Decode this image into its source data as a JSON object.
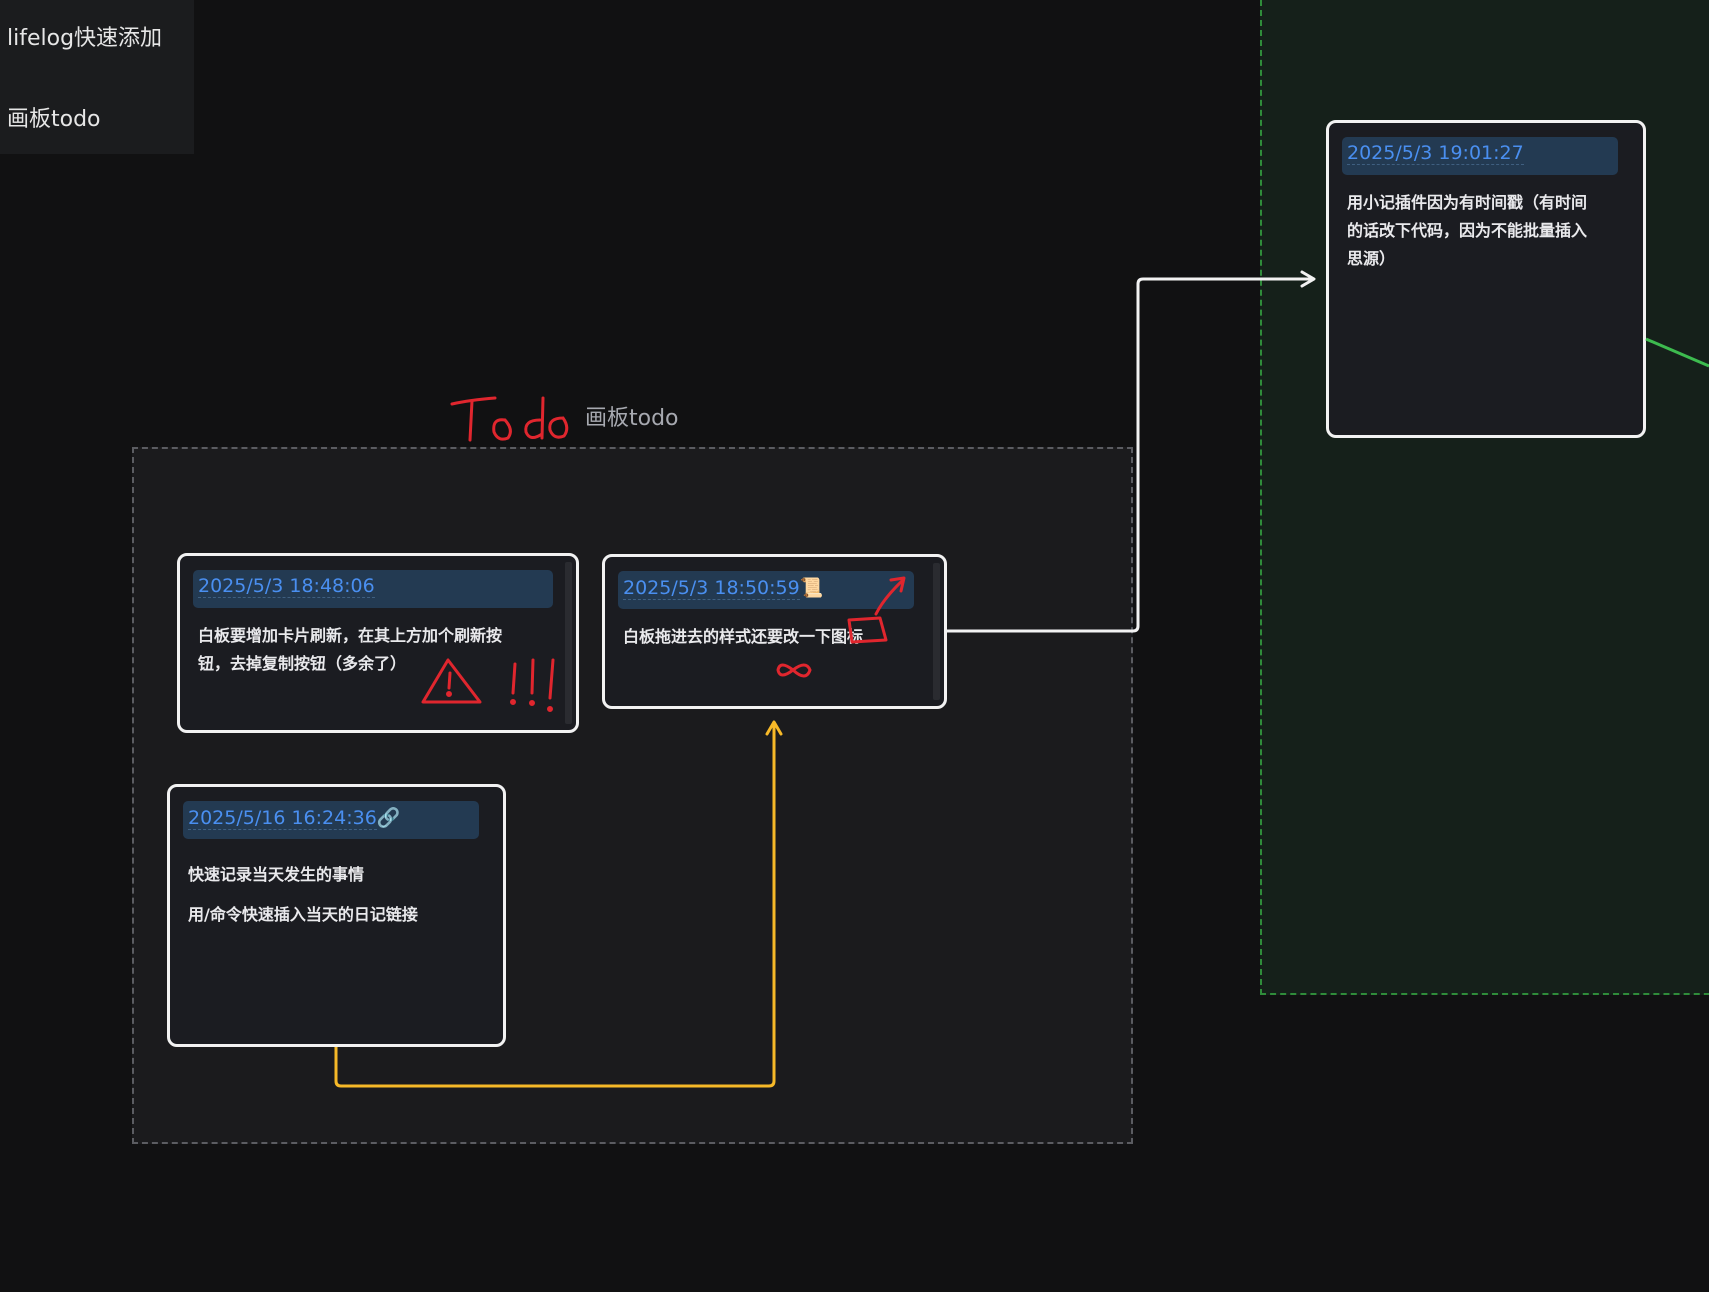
{
  "menu": {
    "items": [
      {
        "label": "lifelog快速添加"
      },
      {
        "label": "画板todo"
      }
    ]
  },
  "todo_group": {
    "title": "画板todo",
    "handwritten": "Todo"
  },
  "cards": [
    {
      "timestamp": "2025/5/3 18:48:06",
      "icon": "",
      "lines": [
        "白板要增加卡片刷新，在其上方加个刷新按",
        "钮，去掉复制按钮（多余了）"
      ],
      "annotations": [
        "warning-triangle",
        "!!!"
      ]
    },
    {
      "timestamp": "2025/5/3 18:50:59",
      "icon": "📜",
      "lines": [
        "白板拖进去的样式还要改一下图标"
      ],
      "annotations": [
        "infinity",
        "red-arrow"
      ]
    },
    {
      "timestamp": "2025/5/16 16:24:36",
      "icon": "🔗",
      "lines": [
        "快速记录当天发生的事情",
        "用/命令快速插入当天的日记链接"
      ]
    },
    {
      "timestamp": "2025/5/3 19:01:27",
      "icon": "",
      "lines": [
        "用小记插件因为有时间戳（有时间",
        "的话改下代码，因为不能批量插入",
        "思源）"
      ]
    }
  ],
  "colors": {
    "background": "#111112",
    "card_border": "#f2f2f2",
    "header_bg": "#233a52",
    "timestamp_blue": "#4a8ff0",
    "ink_red": "#e0262e",
    "connector_yellow": "#f7b928",
    "connector_white": "#f2f2f2",
    "connector_green": "#3dbb4f",
    "group_green_border": "#2f8c3a"
  }
}
